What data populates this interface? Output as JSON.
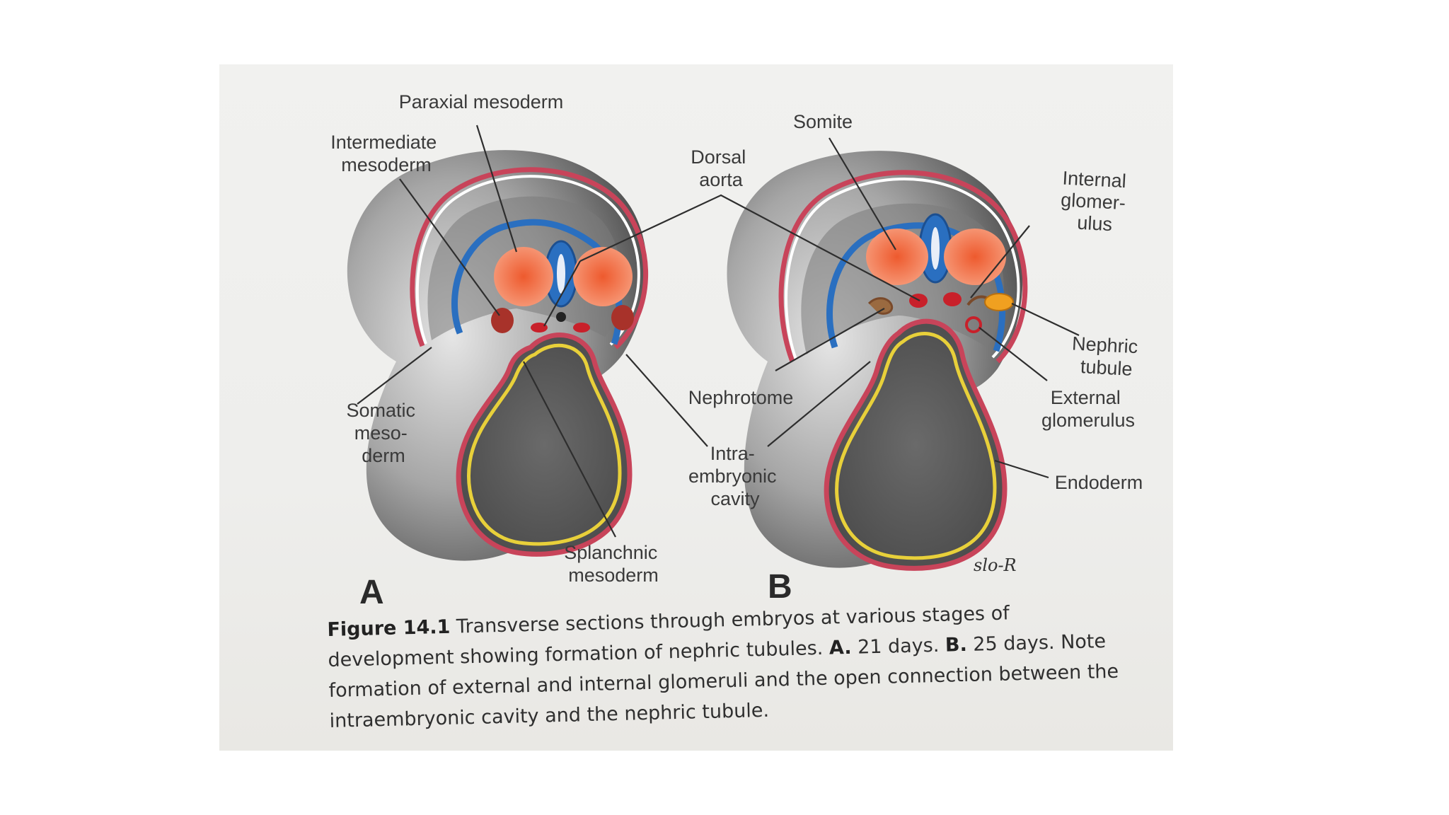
{
  "labels": {
    "paraxial_mesoderm": "Paraxial mesoderm",
    "intermediate_mesoderm": [
      "Intermediate",
      "mesoderm"
    ],
    "dorsal_aorta": [
      "Dorsal",
      "aorta"
    ],
    "somite": "Somite",
    "internal_glomerulus": [
      "Internal",
      "glomer-",
      "ulus"
    ],
    "nephric_tubule": [
      "Nephric",
      "tubule"
    ],
    "nephrotome": "Nephrotome",
    "external_glomerulus": [
      "External",
      "glomerulus"
    ],
    "intraembryonic_cavity": [
      "Intra-",
      "embryonic",
      "cavity"
    ],
    "endoderm": "Endoderm",
    "somatic_mesoderm": [
      "Somatic",
      "meso-",
      "derm"
    ],
    "splanchnic_mesoderm": [
      "Splanchnic",
      "mesoderm"
    ],
    "panel_a": "A",
    "panel_b": "B",
    "signature": "slo-R"
  },
  "caption": {
    "figure_label": "Figure 14.1",
    "text_1": " Transverse sections through embryos at various stages of development showing formation of nephric tubules. ",
    "a_label": "A.",
    "a_text": " 21 days. ",
    "b_label": "B.",
    "b_text": " 25 days. Note formation of external and internal glomeruli and the open connection between the intraembryonic cavity and the nephric tubule."
  },
  "colors": {
    "ectoderm": "#c8445a",
    "neural_tube": "#2a6fc0",
    "somite": "#ef6a3c",
    "endoderm_line": "#e8d03a",
    "aorta": "#c8202a",
    "glomerulus": "#f0a020",
    "body_shade": "#5a5a5a"
  }
}
